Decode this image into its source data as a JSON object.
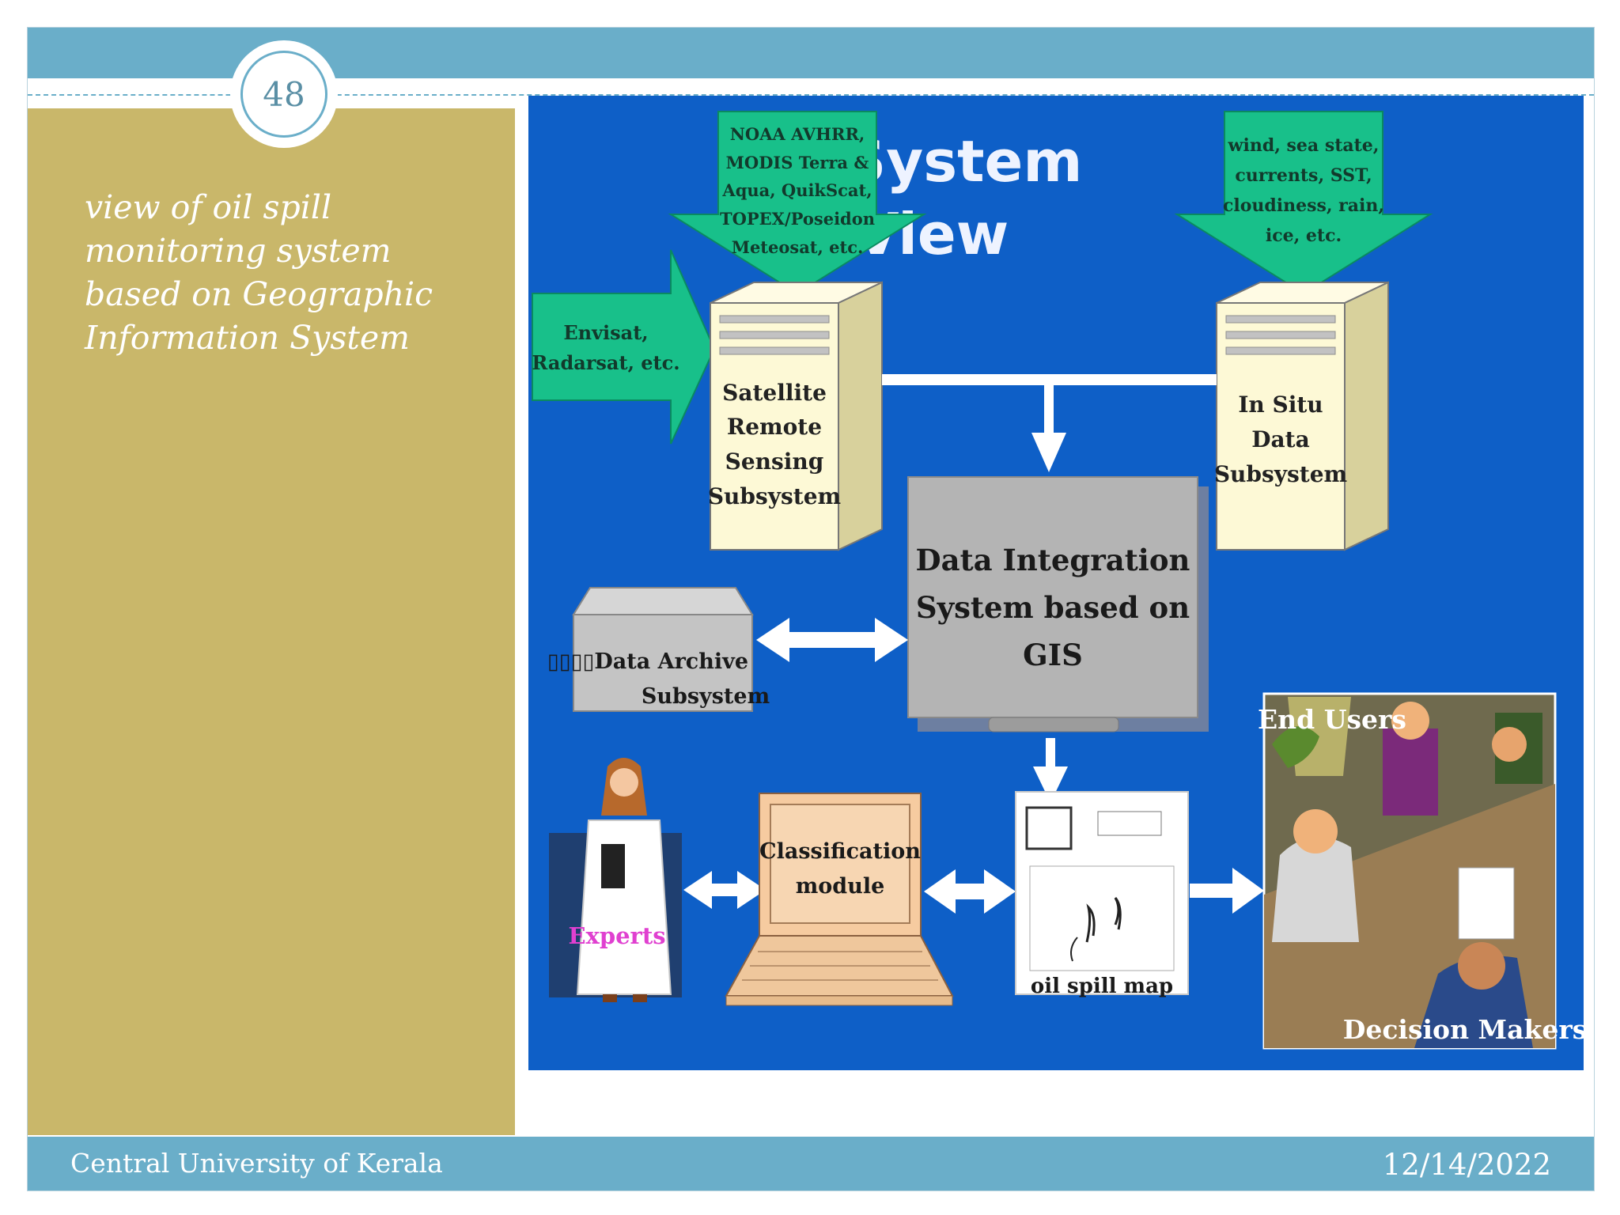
{
  "slide": {
    "number": "48",
    "title": "view of oil spill monitoring system based on Geographic Information System"
  },
  "footer": {
    "institution": "Central University of Kerala",
    "date": "12/14/2022"
  },
  "diagram": {
    "heading": [
      "A System",
      "View"
    ],
    "satellite_sources": [
      "NOAA AVHRR,",
      "MODIS Terra &",
      "Aqua, QuikScat,",
      "TOPEX/Poseidon",
      "Meteosat, etc."
    ],
    "insitu_sources": [
      "wind, sea state,",
      "currents, SST,",
      "cloudiness, rain,",
      "ice, etc."
    ],
    "sar_sources": [
      "Envisat,",
      "Radarsat, etc."
    ],
    "satellite_subsystem": [
      "Satellite",
      "Remote",
      "Sensing",
      "Subsystem"
    ],
    "insitu_subsystem": [
      "In Situ",
      "Data",
      "Subsystem"
    ],
    "integration_system": [
      "Data Integration",
      "System based on",
      "GIS"
    ],
    "archive_subsystem": [
      "▯▯▯▯Data Archive",
      "Subsystem"
    ],
    "classification_module": [
      "Classification",
      "module"
    ],
    "oil_spill_map": "oil spill map",
    "experts": "Experts",
    "end_users": "End Users",
    "decision_makers": "Decision Makers",
    "colors": {
      "background": "#0e5fc7",
      "arrow_green": "#18c08a",
      "server_face": "#fdf9d6",
      "integration_box": "#b4b4b4",
      "experts_label": "#e040d0"
    }
  }
}
